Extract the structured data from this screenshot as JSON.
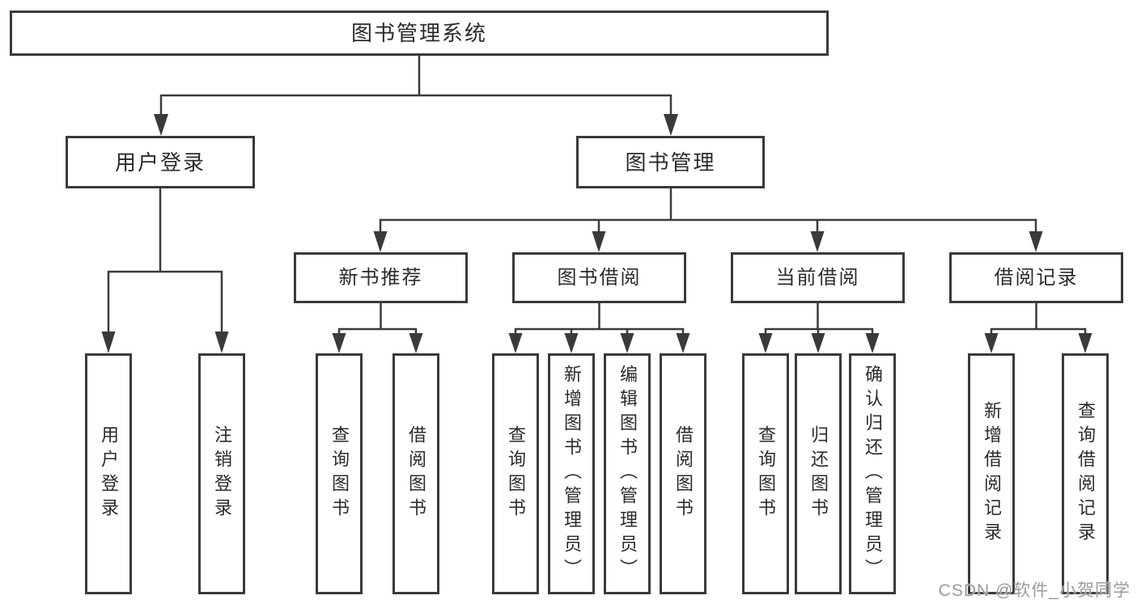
{
  "tree": {
    "root": {
      "label": "图书管理系统",
      "children": [
        {
          "label": "用户登录",
          "children": [
            {
              "label": "用户登录"
            },
            {
              "label": "注销登录"
            }
          ]
        },
        {
          "label": "图书管理",
          "children": [
            {
              "label": "新书推荐",
              "children": [
                {
                  "label": "查询图书"
                },
                {
                  "label": "借阅图书"
                }
              ]
            },
            {
              "label": "图书借阅",
              "children": [
                {
                  "label": "查询图书"
                },
                {
                  "label": "新增图书（管理员）"
                },
                {
                  "label": "编辑图书（管理员）"
                },
                {
                  "label": "借阅图书"
                }
              ]
            },
            {
              "label": "当前借阅",
              "children": [
                {
                  "label": "查询图书"
                },
                {
                  "label": "归还图书"
                },
                {
                  "label": "确认归还（管理员）"
                }
              ]
            },
            {
              "label": "借阅记录",
              "children": [
                {
                  "label": "新增借阅记录"
                },
                {
                  "label": "查询借阅记录"
                }
              ]
            }
          ]
        }
      ]
    }
  },
  "watermark": {
    "text": "CSDN @软件_小贺同学"
  },
  "colors": {
    "line": "#3a3a3a",
    "box_border": "#3a3a3a",
    "box_fill": "#ffffff",
    "text": "#2b2b2b",
    "background": "#ffffff",
    "watermark": "#9b9b9b"
  }
}
